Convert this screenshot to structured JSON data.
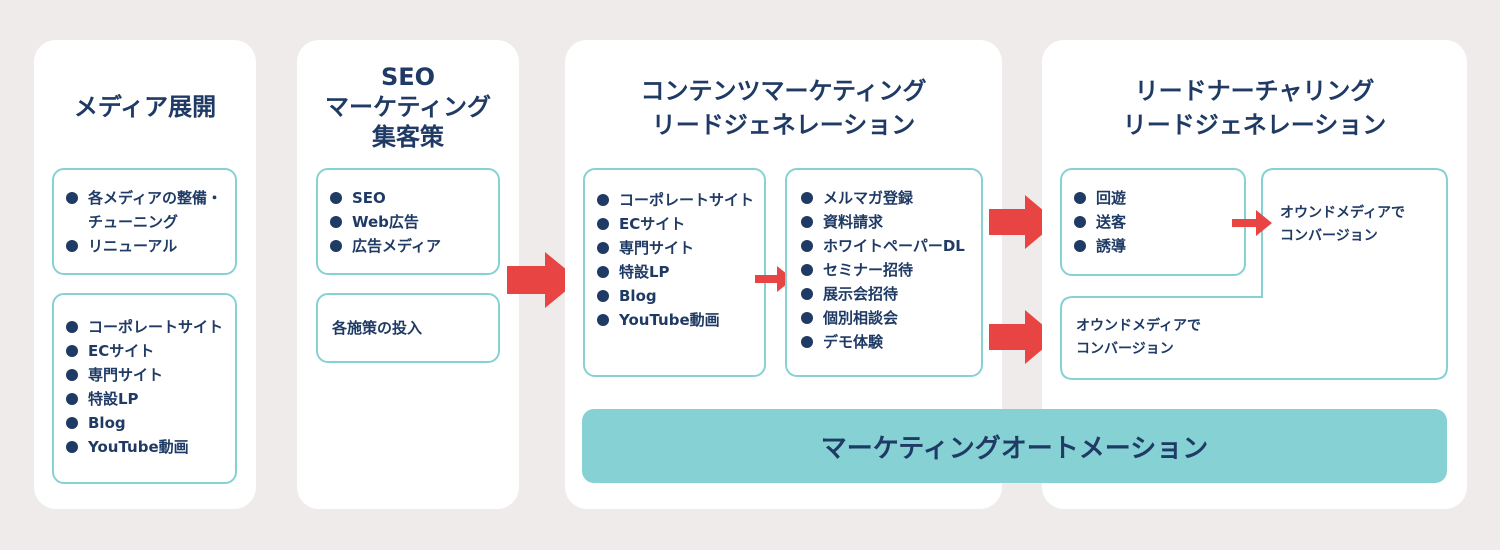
{
  "panels": {
    "media": {
      "title": "メディア展開",
      "box1_items": [
        "各メディアの整備・",
        "チューニング",
        "リニューアル"
      ],
      "box2_items": [
        "コーポレートサイト",
        "ECサイト",
        "専門サイト",
        "特設LP",
        "Blog",
        "YouTube動画"
      ]
    },
    "seo": {
      "title_line1": "SEO",
      "title_line2": "マーケティング",
      "title_line3": "集客策",
      "box1_items": [
        "SEO",
        "Web広告",
        "広告メディア"
      ],
      "box2_text": "各施策の投入"
    },
    "content": {
      "title_line1": "コンテンツマーケティング",
      "title_line2": "リードジェネレーション",
      "left_items": [
        "コーポレートサイト",
        "ECサイト",
        "専門サイト",
        "特設LP",
        "Blog",
        "YouTube動画"
      ],
      "right_items": [
        "メルマガ登録",
        "資料請求",
        "ホワイトペーパーDL",
        "セミナー招待",
        "展示会招待",
        "個別相談会",
        "デモ体験"
      ]
    },
    "nurture": {
      "title_line1": "リードナーチャリング",
      "title_line2": "リードジェネレーション",
      "box_items": [
        "回遊",
        "送客",
        "誘導"
      ],
      "conv_upper_line1": "オウンドメディアで",
      "conv_upper_line2": "コンバージョン",
      "conv_lower_line1": "オウンドメディアで",
      "conv_lower_line2": "コンバージョン"
    }
  },
  "ma_bar_label": "マーケティングオートメーション",
  "colors": {
    "background": "#efebeb",
    "panel": "#ffffff",
    "text": "#1f3a64",
    "border_teal": "#86d1d3",
    "arrow_red": "#e84444"
  }
}
